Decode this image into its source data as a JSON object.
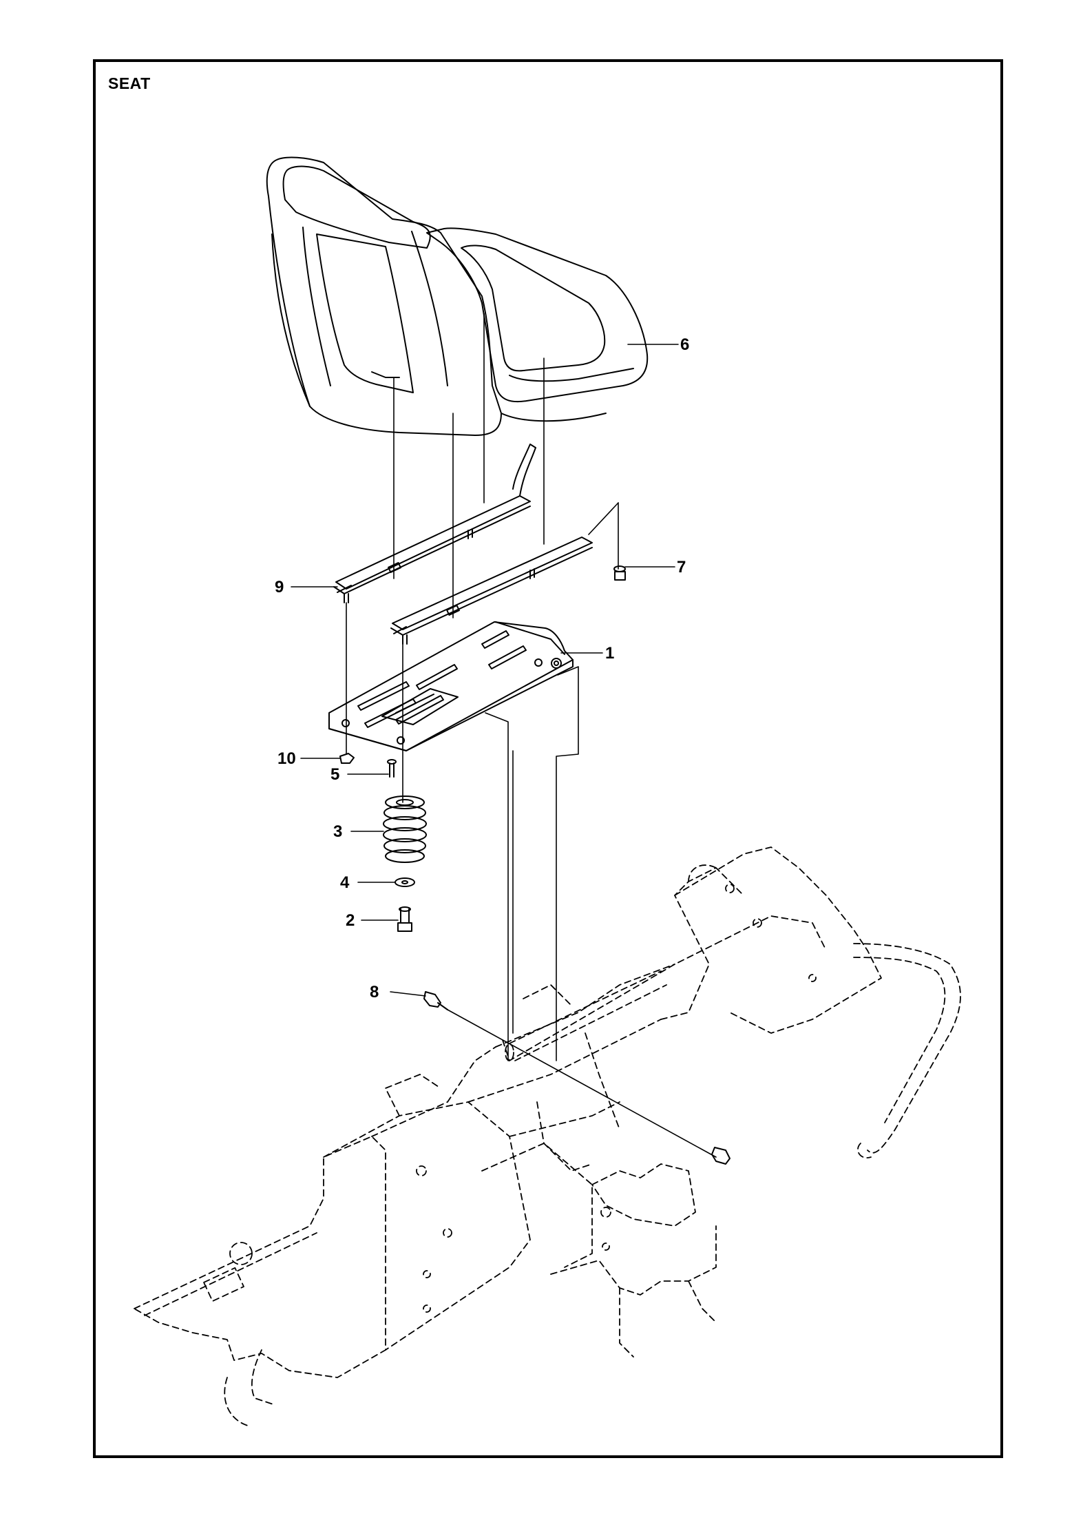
{
  "title": "SEAT",
  "callouts": {
    "c1": "1",
    "c2": "2",
    "c3": "3",
    "c4": "4",
    "c5": "5",
    "c6": "6",
    "c7": "7",
    "c8": "8",
    "c9": "9",
    "c10": "10"
  }
}
